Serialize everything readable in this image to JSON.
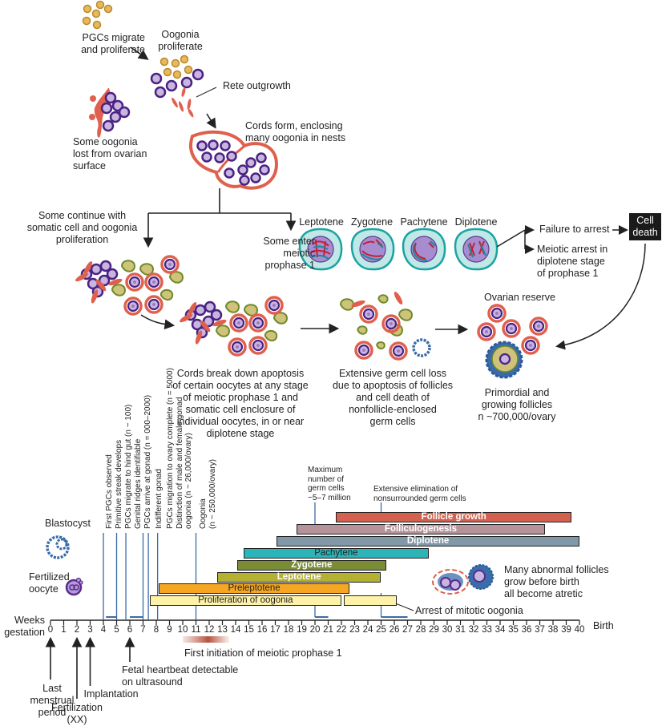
{
  "top": {
    "pgcs_migrate": "PGCs migrate\nand proliferate",
    "oogonia_proliferate": "Oogonia\nproliferate",
    "rete_outgrowth": "Rete outgrowth",
    "some_lost": "Some oogonia\nlost from ovarian\nsurface",
    "cords_form": "Cords form, enclosing\nmany oogonia in nests",
    "some_continue": "Some continue with\nsomatic cell and oogonia\nproliferation",
    "some_enter": "Some enter\nmeiotic\nprophase 1",
    "stages": [
      "Leptotene",
      "Zygotene",
      "Pachytene",
      "Diplotene"
    ],
    "failure": "Failure to arrest",
    "meiotic_arrest": "Meiotic arrest in\ndiplotene stage\nof prophase 1",
    "cell_death": "Cell\ndeath",
    "ovarian_reserve": "Ovarian reserve",
    "cords_break": "Cords break down apoptosis\nof certain oocytes at any stage\nof meiotic prophase 1 and\nsomatic cell enclosure of\nindividual oocytes, in or near\ndiplotene stage",
    "extensive_loss": "Extensive germ cell loss\ndue to apoptosis of follicles\nand cell death of\nnonfollicle-enclosed\ngerm cells",
    "primordial": "Primordial and\ngrowing follicles",
    "primordial_n": "n ~700,000/ovary"
  },
  "timeline": {
    "axis_label": "Weeks\ngestation",
    "birth": "Birth",
    "weeks_min": 0,
    "weeks_max": 40,
    "blastocyst": "Blastocyst",
    "fertilized_oocyte": "Fertilized\noocyte",
    "vertical_events": [
      {
        "week": 4.0,
        "text": "First PGCs observed"
      },
      {
        "week": 4.0,
        "text": "Primitive streak develops"
      },
      {
        "week": 5.0,
        "text": "PGCs migrate to hind gut (n ~ 100)"
      },
      {
        "week": 5.0,
        "text": "Genital ridges identifiable"
      },
      {
        "week": 5.7,
        "text": "PGCs arrive at gonad (n = 000–2000)"
      },
      {
        "week": 7.0,
        "text": "Indifferent gonad"
      },
      {
        "week": 7.4,
        "text": "PGCs migration to ovary complete (n = 5000)"
      },
      {
        "week": 8.1,
        "text": "Distinction of male and female gonad"
      },
      {
        "week": 8.1,
        "text": "oogonia (n ~ 26,000/ovary)"
      },
      {
        "week": 11.0,
        "text": "Oogonia"
      },
      {
        "week": 11.0,
        "text": "(n ~ 250,000/ovary)"
      }
    ],
    "max_germ_cells": {
      "week": 20.0,
      "text": "Maximum\nnumber of\ngerm cells\n~5–7 million"
    },
    "extensive_elimination": {
      "week": 25.0,
      "text": "Extensive elimination of\nnonsurrounded germ cells"
    },
    "bars": [
      {
        "label": "Follicle growth",
        "start": 21.6,
        "end": 39.4,
        "color": "#d4604f",
        "text_color": "light"
      },
      {
        "label": "Folliculogenesis",
        "start": 18.6,
        "end": 37.4,
        "color": "#b6939a",
        "text_color": "light"
      },
      {
        "label": "Diplotene",
        "start": 17.1,
        "end": 40.0,
        "color": "#8098a8",
        "text_color": "light"
      },
      {
        "label": "Pachytene",
        "start": 14.6,
        "end": 28.6,
        "color": "#2bb5b8",
        "text_color": "dark"
      },
      {
        "label": "Zygotene",
        "start": 14.1,
        "end": 25.4,
        "color": "#7a8c34",
        "text_color": "light"
      },
      {
        "label": "Leptotene",
        "start": 12.6,
        "end": 25.0,
        "color": "#b3b032",
        "text_color": "light"
      },
      {
        "label": "Preleptotene",
        "start": 8.2,
        "end": 22.6,
        "color": "#f5a623",
        "text_color": "dark"
      },
      {
        "label": "Proliferation of oogonia",
        "start": 7.5,
        "end": 22.0,
        "color": "#fdf2a8",
        "text_color": "dark"
      },
      {
        "label": "",
        "start": 22.2,
        "end": 26.2,
        "color": "#fdf2a8",
        "text_color": "dark"
      }
    ],
    "many_abnormal": "Many abnormal follicles\ngrow before birth\nall become atretic",
    "arrest_mitotic": "Arrest of mitotic oogonia",
    "first_initiation": "First initiation of meiotic prophase 1",
    "first_initiation_range": [
      10,
      14
    ],
    "arrows_below": [
      {
        "week": 0,
        "text": "Last\nmenstrual\nperiod"
      },
      {
        "week": 2,
        "text": "Fertilization\n(XX)"
      },
      {
        "week": 3,
        "text": "Implantation"
      },
      {
        "week": 6,
        "text": "Fetal heartbeat detectable\non ultrasound"
      }
    ]
  }
}
